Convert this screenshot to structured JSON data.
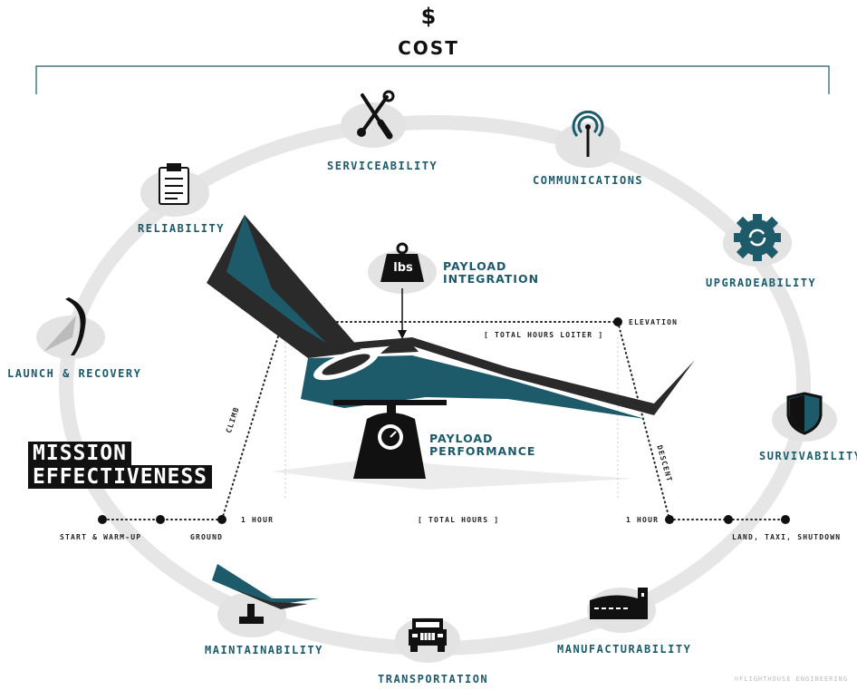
{
  "cost": {
    "symbol": "$",
    "label": "COST"
  },
  "attributes": {
    "serviceability": "SERVICEABILITY",
    "communications": "COMMUNICATIONS",
    "reliability": "RELIABILITY",
    "upgradeability": "UPGRADEABILITY",
    "launch_recovery": "LAUNCH & RECOVERY",
    "survivability": "SURVIVABILITY",
    "maintainability": "MAINTAINABILITY",
    "transportation": "TRANSPORTATION",
    "manufacturability": "MANUFACTURABILITY"
  },
  "payload": {
    "integration_line1": "PAYLOAD",
    "integration_line2": "INTEGRATION",
    "weight_icon_text": "lbs",
    "performance_line1": "PAYLOAD",
    "performance_line2": "PERFORMANCE"
  },
  "mission": {
    "line1": "MISSION",
    "line2": "EFFECTIVENESS"
  },
  "profile": {
    "elevation": "ELEVATION",
    "total_hours_loiter": "[ TOTAL HOURS LOITER ]",
    "climb": "CLIMB",
    "descent": "DESCENT",
    "start_warmup": "START & WARM-UP",
    "ground": "GROUND",
    "one_hour_left": "1 HOUR",
    "total_hours": "[ TOTAL HOURS ]",
    "one_hour_right": "1 HOUR",
    "land_taxi_shutdown": "LAND, TAXI, SHUTDOWN"
  },
  "copyright": "©FLIGHTHOUSE ENGINEERING",
  "colors": {
    "teal": "#1d5a6a",
    "dark": "#2a2a2a",
    "ring": "#e6e6e6"
  },
  "icons": [
    "wrench-screwdriver-icon",
    "antenna-icon",
    "clipboard-icon",
    "gear-refresh-icon",
    "wing-icon",
    "shield-icon",
    "aircraft-on-stand-icon",
    "truck-icon",
    "factory-icon",
    "weight-icon",
    "scale-icon",
    "dollar-icon"
  ]
}
